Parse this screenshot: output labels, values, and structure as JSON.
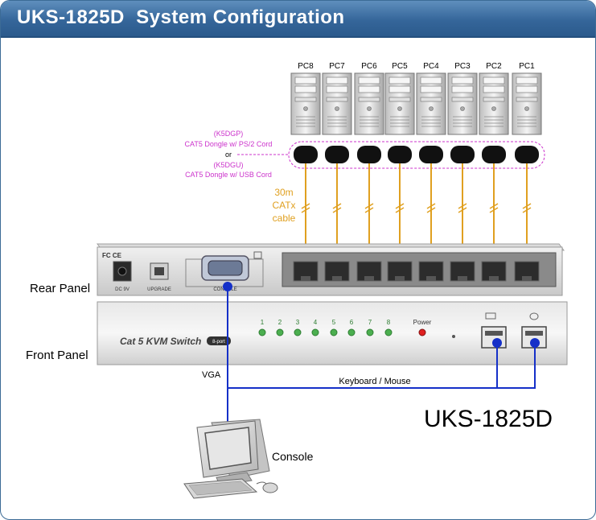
{
  "title": "UKS-1825D  System Configuration",
  "pcs": [
    "PC8",
    "PC7",
    "PC6",
    "PC5",
    "PC4",
    "PC3",
    "PC2",
    "PC1"
  ],
  "dongle_note": {
    "line1": "(K5DGP)",
    "line2": "CAT5 Dongle w/ PS/2 Cord",
    "or": "or",
    "line3": "(K5DGU)",
    "line4": "CAT5 Dongle w/ USB Cord"
  },
  "cable_note": {
    "line1": "30m",
    "line2": "CATx",
    "line3": "cable"
  },
  "rear_panel": {
    "label": "Rear Panel",
    "fc_ce": "FC CE",
    "dc_label": "DC 9V",
    "upgrade_label": "UPGRADE",
    "console_label": "CONSOLE"
  },
  "front_panel": {
    "label": "Front Panel",
    "brand": "Cat 5 KVM Switch",
    "ports_tag": "8-port",
    "led_numbers": [
      "1",
      "2",
      "3",
      "4",
      "5",
      "6",
      "7",
      "8"
    ],
    "power_label": "Power"
  },
  "vga_label": "VGA",
  "kbm_label": "Keyboard / Mouse",
  "model": "UKS-1825D",
  "console_label": "Console",
  "colors": {
    "title_bar": "#35669a",
    "dongle_text": "#cc33cc",
    "cable": "#e0a020",
    "connection_line": "#1530c8",
    "led_green": "#4caf50",
    "power_led": "#e02020"
  }
}
